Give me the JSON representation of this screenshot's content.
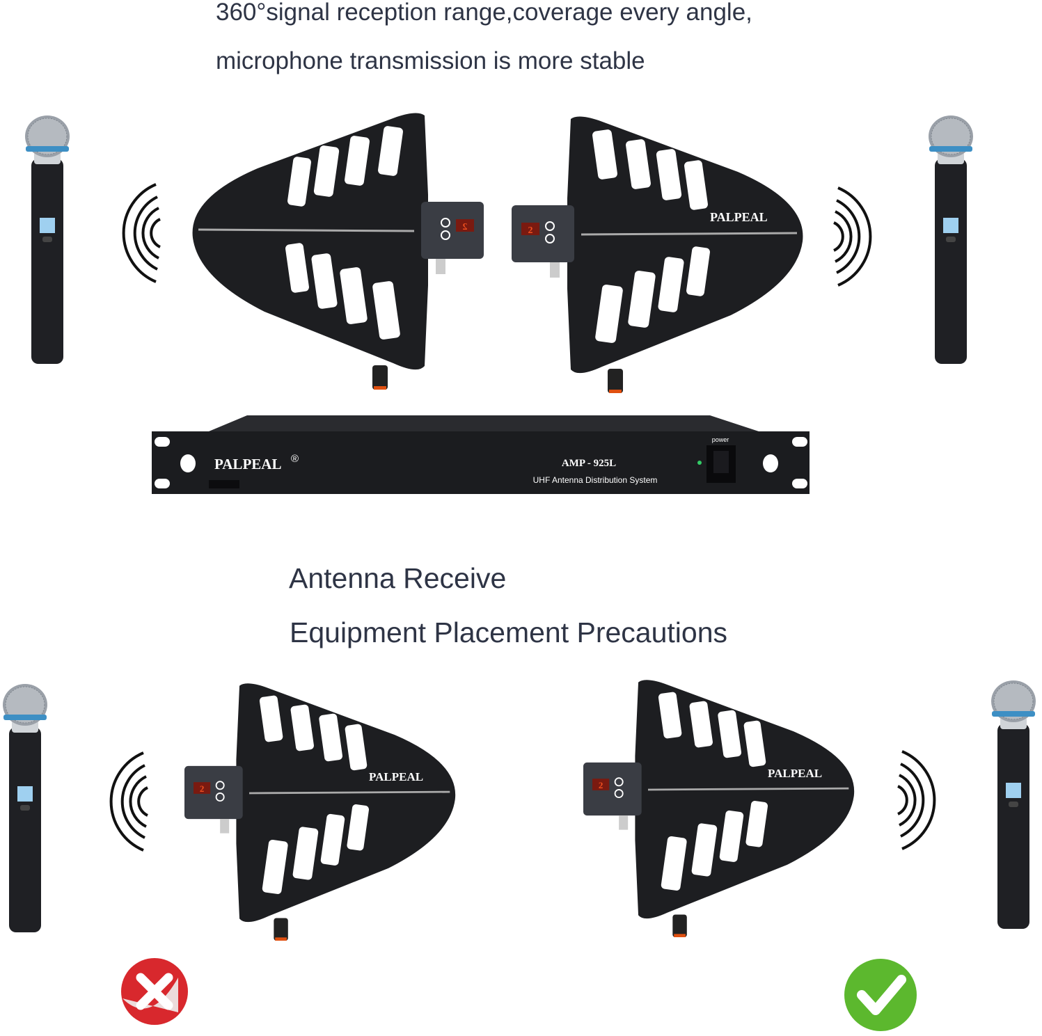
{
  "header": {
    "line1": "360°signal reception range,coverage every angle,",
    "line2": "microphone transmission is more stable"
  },
  "section": {
    "line1": "Antenna Receive",
    "line2": "Equipment Placement Precautions"
  },
  "brand": "PALPEAL",
  "brand_mark": "®",
  "rack": {
    "model": "AMP - 925L",
    "subtitle": "UHF Antenna Distribution System",
    "power_label": "power"
  },
  "antenna_display": "2",
  "placement": {
    "wrong_icon": "red-x-icon",
    "right_icon": "green-check-icon"
  },
  "colors": {
    "text": "#2e3445",
    "product": "#1d1e21",
    "mic_ring": "#3d8fc4",
    "wrong": "#d8282d",
    "right": "#5cb82e",
    "display": "#e0401a"
  }
}
